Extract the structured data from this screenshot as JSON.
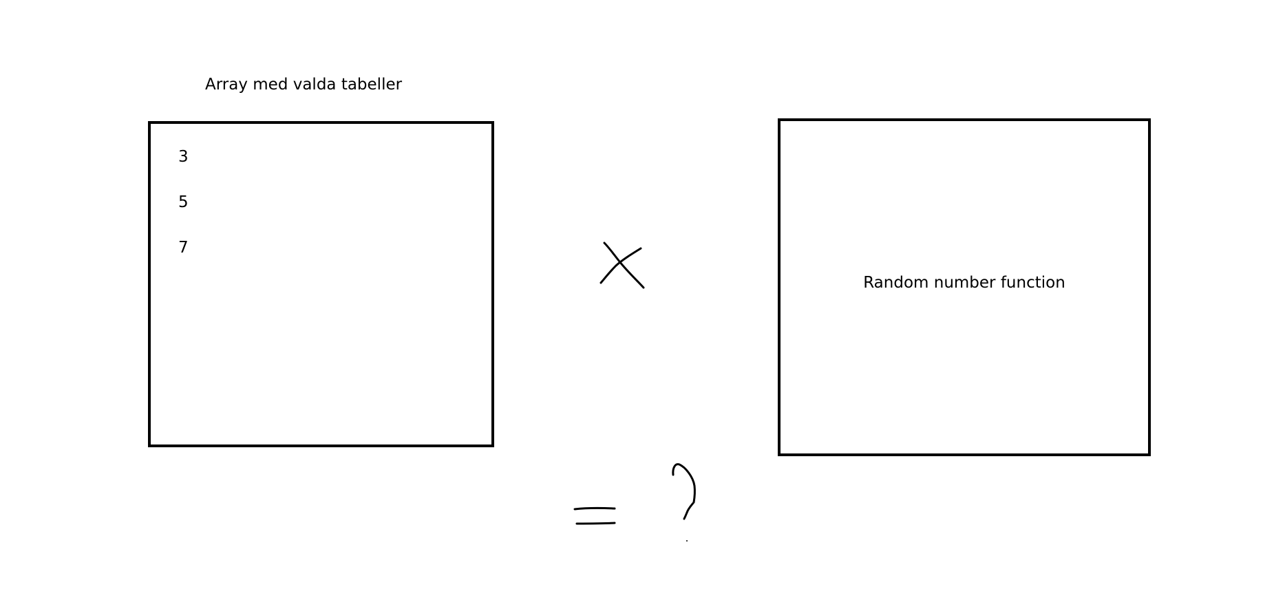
{
  "array_box": {
    "title": "Array med valda tabeller",
    "values": [
      "3",
      "5",
      "7"
    ]
  },
  "function_box": {
    "label": "Random number function"
  },
  "symbols": {
    "operator": "multiply-sign",
    "result": "equals-question-mark"
  },
  "colors": {
    "stroke": "#000000",
    "background": "#ffffff"
  }
}
